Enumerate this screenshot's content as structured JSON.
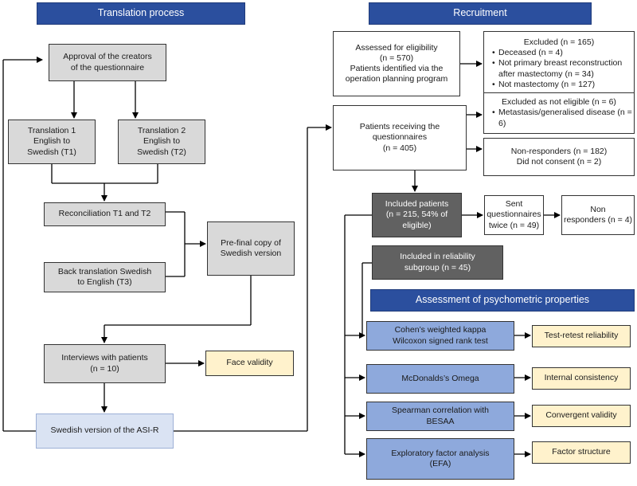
{
  "left": {
    "header": "Translation process",
    "approval": [
      "Approval of the creators",
      "of the questionnaire"
    ],
    "t1": [
      "Translation 1",
      "English to",
      "Swedish (T1)"
    ],
    "t2": [
      "Translation 2",
      "English to",
      "Swedish (T2)"
    ],
    "reconciliation": "Reconciliation T1 and T2",
    "back_translation": [
      "Back translation Swedish",
      "to English (T3)"
    ],
    "prefinal": [
      "Pre-final copy of",
      "Swedish version"
    ],
    "interviews": "Interviews with patients",
    "interviews_n": "(n = 10)",
    "face_validity": "Face validity",
    "swedish_version": "Swedish version of the ASI-R"
  },
  "right": {
    "header": "Recruitment",
    "assessed": [
      "Assessed for eligibility",
      "(n = 570)",
      "Patients identified via the",
      "operation planning program"
    ],
    "excluded_title": "Excluded (n = 165)",
    "excluded_items": [
      "Deceased (n = 4)",
      "Not primary breast reconstruction after mastectomy (n = 34)",
      "Not  mastectomy (n = 127)"
    ],
    "receiving": [
      "Patients receiving the",
      "questionnaires",
      "(n = 405)"
    ],
    "not_eligible_title": "Excluded as not eligible (n = 6)",
    "not_eligible_items": [
      "Metastasis/generalised disease (n = 6)"
    ],
    "nonresp": [
      "Non-responders (n = 182)",
      "Did not consent (n = 2)"
    ],
    "included": [
      "Included patients",
      "(n = 215, 54% of",
      "eligible)"
    ],
    "sent": [
      "Sent",
      "questionnaires",
      "twice (n = 49)"
    ],
    "non_responders": [
      "Non",
      "responders (n = 4)"
    ],
    "reliability": [
      "Included in reliability",
      "subgroup (n = 45)"
    ],
    "assessment_header": "Assessment of psychometric properties",
    "methods": [
      {
        "method": [
          "Cohen’s weighted kappa",
          "Wilcoxon signed rank test"
        ],
        "property": "Test-retest reliability"
      },
      {
        "method": [
          "McDonalds’s Omega"
        ],
        "property": "Internal consistency"
      },
      {
        "method": [
          "Spearman correlation with",
          "BESAA"
        ],
        "property": "Convergent validity"
      },
      {
        "method": [
          "Exploratory factor analysis",
          "(EFA)"
        ],
        "property": "Factor structure"
      }
    ]
  },
  "colors": {
    "header_blue": "#2b4f9e",
    "gray": "#d9d9d9",
    "dark_gray": "#616161",
    "method_blue": "#8ea9dc",
    "result_yellow": "#fff2cc",
    "final_light_blue": "#dae3f3"
  }
}
